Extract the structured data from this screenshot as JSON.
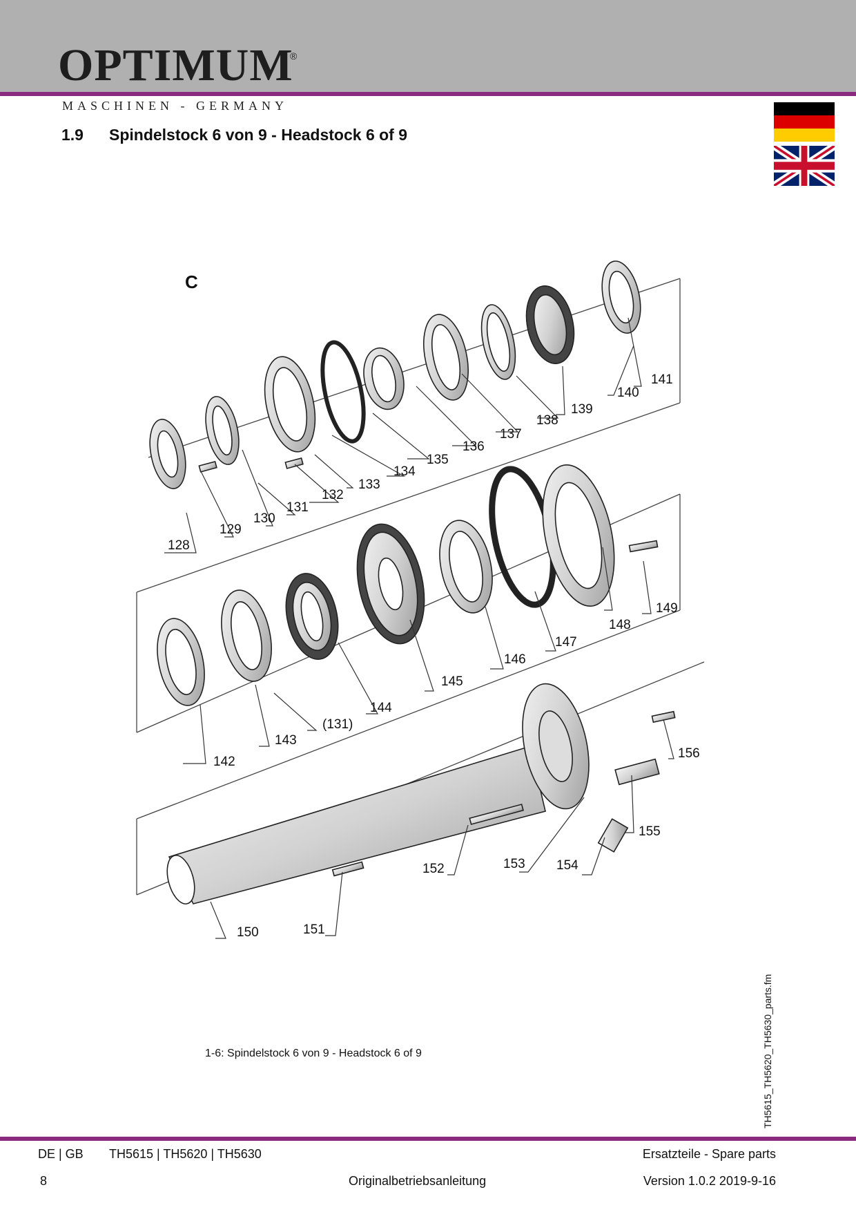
{
  "header": {
    "brand": "OPTIMUM",
    "registered": "®",
    "tagline": "MASCHINEN - GERMANY",
    "accent_color": "#8a2a7c",
    "band_color": "#b0b0b0"
  },
  "section": {
    "number": "1.9",
    "title": "Spindelstock 6 von 9 - Headstock  6 of 9"
  },
  "flags": [
    "flag-germany-icon",
    "flag-uk-icon"
  ],
  "diagram": {
    "group_label": "C",
    "part_labels": [
      "128",
      "129",
      "130",
      "131",
      "132",
      "133",
      "134",
      "135",
      "136",
      "137",
      "138",
      "139",
      "140",
      "141",
      "142",
      "143",
      "(131)",
      "144",
      "145",
      "146",
      "147",
      "148",
      "149",
      "150",
      "151",
      "152",
      "153",
      "154",
      "155",
      "156"
    ]
  },
  "caption": "1-6:   Spindelstock 6 von 9 - Headstock  6 of 9",
  "side_file": "TH5615_TH5620_TH5630_parts.fm",
  "footer": {
    "lang": "DE | GB",
    "models": "TH5615 | TH5620 | TH5630",
    "section": "Ersatzteile - Spare parts",
    "page": "8",
    "doc": "Originalbetriebsanleitung",
    "version": "Version 1.0.2   2019-9-16"
  }
}
